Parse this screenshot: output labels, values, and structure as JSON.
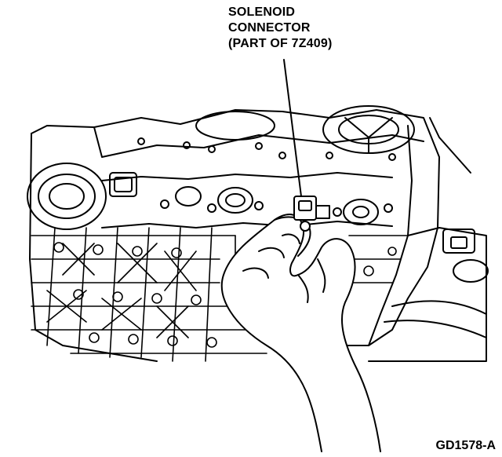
{
  "callout": {
    "line1": "SOLENOID",
    "line2": "CONNECTOR",
    "line3": "(PART OF 7Z409)"
  },
  "figure_id": "GD1578-A",
  "colors": {
    "ink": "#000000",
    "paper": "#ffffff"
  }
}
